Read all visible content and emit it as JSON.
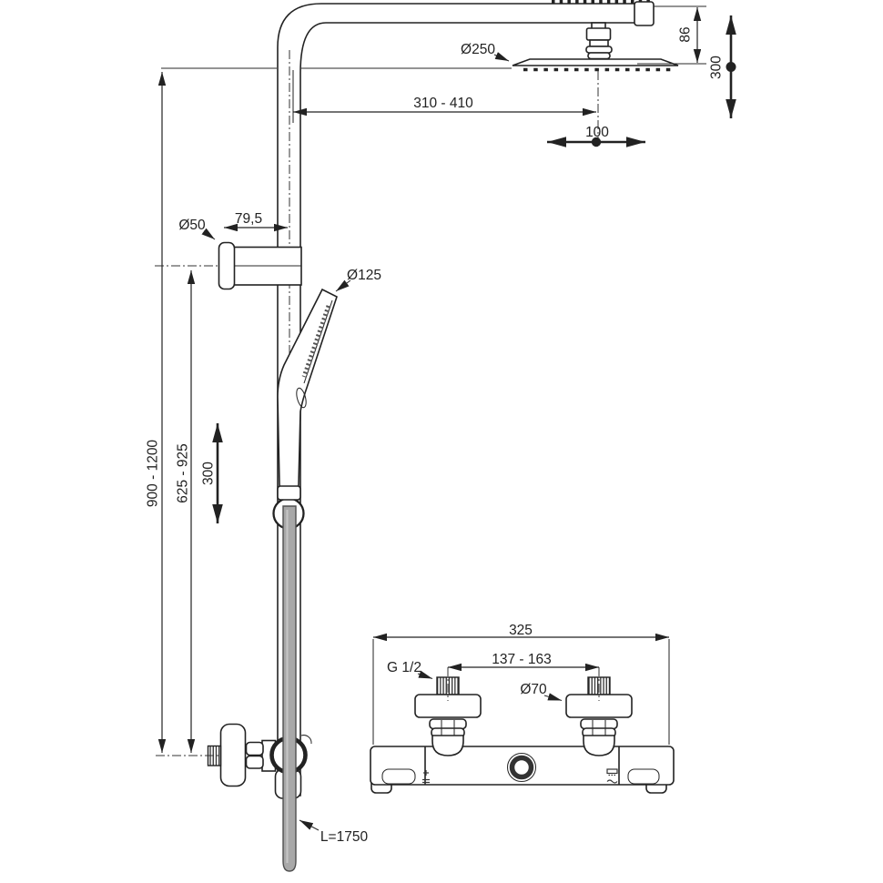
{
  "labels": {
    "head_diameter": "Ø250",
    "arm_drop": "86",
    "head_wall_clearance": "300",
    "arm_reach_range": "310 - 410",
    "head_offset": "100",
    "bracket_diameter": "Ø50",
    "bracket_depth": "79,5",
    "handset_diameter": "Ø125",
    "rail_height_range": "900 - 1200",
    "handset_height_range": "625 - 925",
    "slider_travel": "300",
    "hose_length": "L=1750",
    "valve_width": "325",
    "inlet_spacing_range": "137 - 163",
    "thread_size": "G 1/2",
    "escutcheon_diameter": "Ø70"
  },
  "colors": {
    "line": "#222222",
    "hose_fill": "#a8a8a8",
    "background": "#ffffff"
  }
}
